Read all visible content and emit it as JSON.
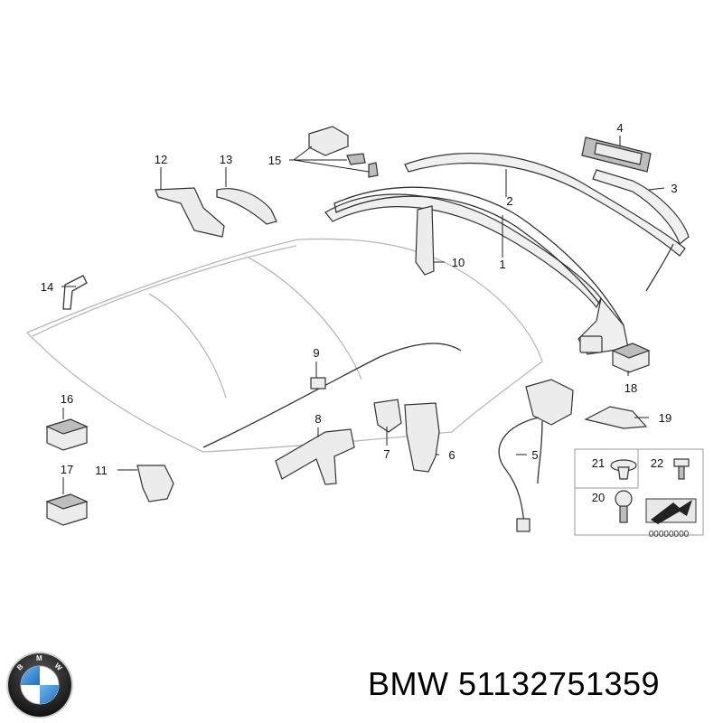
{
  "diagram": {
    "callouts": [
      "1",
      "2",
      "3",
      "4",
      "5",
      "6",
      "7",
      "8",
      "9",
      "10",
      "11",
      "12",
      "13",
      "14",
      "15",
      "16",
      "17",
      "18",
      "19",
      "20",
      "21",
      "22"
    ],
    "code_label": "00000000"
  },
  "footer": {
    "brand": "BMW",
    "part_number": "51132751359",
    "logo_letters": [
      "B",
      "M",
      "W"
    ]
  }
}
